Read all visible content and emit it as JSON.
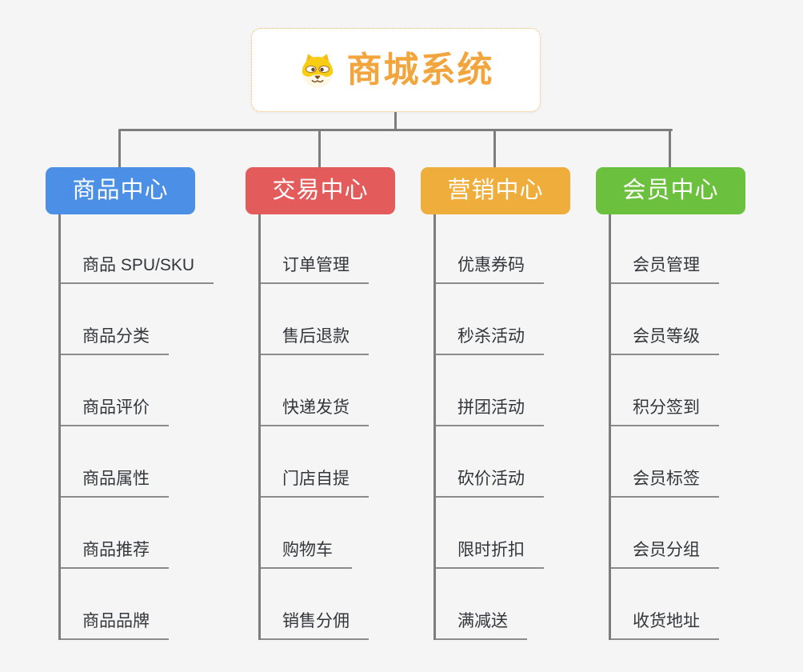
{
  "root": {
    "title": "商城系统",
    "icon": "dog-face-icon"
  },
  "branches": [
    {
      "key": "product-center",
      "label": "商品中心",
      "color": "#4B90E6",
      "items": [
        "商品 SPU/SKU",
        "商品分类",
        "商品评价",
        "商品属性",
        "商品推荐",
        "商品品牌"
      ]
    },
    {
      "key": "trade-center",
      "label": "交易中心",
      "color": "#E45B5B",
      "items": [
        "订单管理",
        "售后退款",
        "快递发货",
        "门店自提",
        "购物车",
        "销售分佣"
      ]
    },
    {
      "key": "marketing-center",
      "label": "营销中心",
      "color": "#EFAD3C",
      "items": [
        "优惠券码",
        "秒杀活动",
        "拼团活动",
        "砍价活动",
        "限时折扣",
        "满减送"
      ]
    },
    {
      "key": "member-center",
      "label": "会员中心",
      "color": "#6BC13D",
      "items": [
        "会员管理",
        "会员等级",
        "积分签到",
        "会员标签",
        "会员分组",
        "收货地址"
      ]
    }
  ],
  "colors": {
    "background": "#F5F5F5",
    "connector_line": "#7D7D7D",
    "item_underline": "#8B8B8B",
    "item_text": "#33373C",
    "root_text": "#F2A53D",
    "root_border": "#F3B75F",
    "root_background": "#FFFFFF",
    "branch_text": "#FFFFFF"
  }
}
